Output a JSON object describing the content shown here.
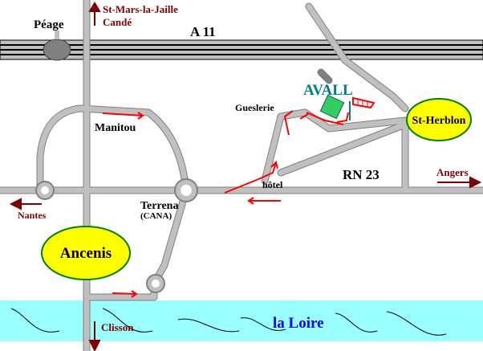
{
  "colors": {
    "road": "#c0c0c0",
    "road_edge": "#808080",
    "route_arrow": "#ff0000",
    "direction_arrow": "#800000",
    "direction_text": "#800000",
    "ellipse_fill": "#ffff00",
    "ellipse_stroke": "#008000",
    "river": "#99ffff",
    "river_wave": "#000000",
    "river_text": "#0000ff",
    "company_text": "#008080",
    "company_square": "#33cc66"
  },
  "labels": {
    "peage": "Péage",
    "a11": "A 11",
    "st_mars": "St-Mars-la-Jaille",
    "cande": "Candé",
    "avall": "AVALL",
    "gueslerie": "Gueslerie",
    "st_herblon": "St-Herblon",
    "manitou": "Manitou",
    "rn23": "RN 23",
    "angers": "Angers",
    "hotel": "hôtel",
    "terrena": "Terrena",
    "cana": "(CANA)",
    "nantes": "Nantes",
    "ancenis": "Ancenis",
    "loire": "la Loire",
    "clisson": "Clisson"
  },
  "icons": {
    "flag": "flag-icon",
    "square": "company-marker-icon",
    "toll": "toll-booth-icon"
  }
}
